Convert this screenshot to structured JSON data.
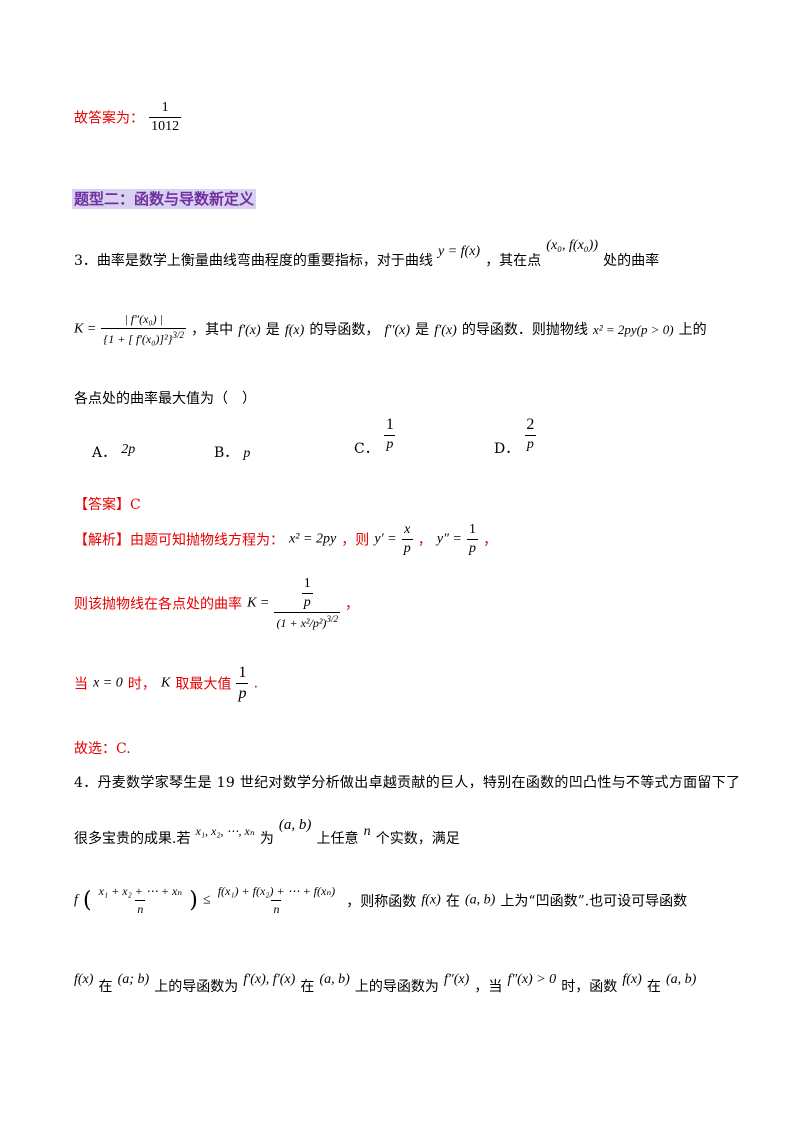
{
  "prev_answer": {
    "label": "故答案为：",
    "num": "1",
    "den": "1012"
  },
  "section_title": "题型二：函数与导数新定义",
  "q3": {
    "line1_text": "3．曲率是数学上衡量曲线弯曲程度的重要指标，对于曲线",
    "curve": "y = f(x)",
    "line1_mid": "，其在点",
    "point": "(x₀, f(x₀))",
    "line1_end": "处的曲率",
    "K_lhs": "K =",
    "K_num": "| f″(x₀) |",
    "K_den": "{1 + [ f′(x₀)]²}",
    "K_den_exp": "3/2",
    "line2_a": "，其中",
    "fp": "f′(x)",
    "line2_b": "是",
    "fx": "f(x)",
    "line2_c": "的导函数，",
    "fpp": "f′′(x)",
    "line2_d": "是",
    "fp2": "f′(x)",
    "line2_e": "的导函数．则抛物线",
    "parabola": "x² = 2py(p > 0)",
    "line2_f": "上的",
    "line3": "各点处的曲率最大值为（　）",
    "options": [
      {
        "label": "A．",
        "value": "2p"
      },
      {
        "label": "B．",
        "value": "p"
      },
      {
        "label": "C．",
        "num": "1",
        "den": "p"
      },
      {
        "label": "D．",
        "num": "2",
        "den": "p"
      }
    ]
  },
  "answer": {
    "label": "【答案】C"
  },
  "analysis": {
    "label": "【解析】由题可知抛物线方程为：",
    "eq": "x² = 2py",
    "then": "，则",
    "yp": "y′ =",
    "yp_num": "x",
    "yp_den": "p",
    "sep": "，",
    "ypp": "y″ =",
    "ypp_num": "1",
    "ypp_den": "p",
    "end": "，",
    "line2": "则该抛物线在各点处的曲率",
    "K_lhs": "K =",
    "K_num_num": "1",
    "K_num_den": "p",
    "K_den": "(1 + x²/p²)",
    "K_den_exp": "3/2",
    "line2_end": "，",
    "line3_a": "当",
    "cond": "x = 0",
    "line3_b": "时，",
    "Kvar": "K",
    "line3_c": "取最大值",
    "max_num": "1",
    "max_den": "p",
    "line3_end": "."
  },
  "choice": "故选：C.",
  "q4": {
    "line1": "4．丹麦数学家琴生是 19 世纪对数学分析做出卓越贡献的巨人，特别在函数的凹凸性与不等式方面留下了",
    "line2_a": "很多宝贵的成果.若",
    "vars": "x₁, x₂, ⋯, xₙ",
    "line2_b": "为",
    "interval": "(a, b)",
    "line2_c": "上任意",
    "n": "n",
    "line2_d": "个实数，满足",
    "jensen_lhs_f": "f",
    "jensen_lhs_num": "x₁ + x₂ + ⋯ + xₙ",
    "jensen_lhs_den": "n",
    "leq": "≤",
    "jensen_rhs_num": "f(x₁) + f(x₂) + ⋯ + f(xₙ)",
    "jensen_rhs_den": "n",
    "line3_a": "，则称函数",
    "fx": "f(x)",
    "line3_b": "在",
    "interval2": "(a, b)",
    "line3_c": "上为“凹函数”.也可设可导函数",
    "line4_fx": "f(x)",
    "line4_a": "在",
    "interval3": "(a; b)",
    "line4_b": "上的导函数为",
    "derivs": "f′(x), f′(x)",
    "line4_c": "在",
    "interval4": "(a, b)",
    "line4_d": "上的导函数为",
    "fpp": "f″(x)",
    "line4_e": "，当",
    "cond": "f″(x) > 0",
    "line4_f": "时，函数",
    "fx2": "f(x)",
    "line4_g": "在",
    "interval5": "(a, b)"
  }
}
